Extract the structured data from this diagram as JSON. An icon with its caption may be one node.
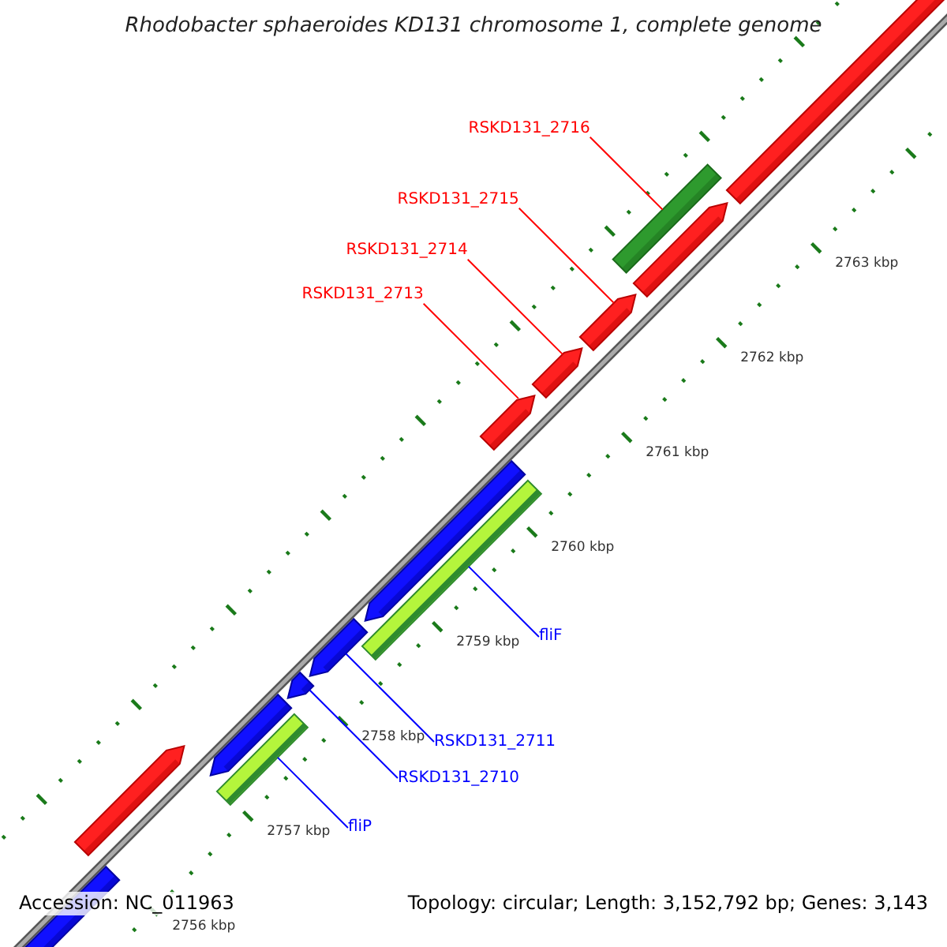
{
  "diagram": {
    "title": "Rhodobacter sphaeroides KD131 chromosome 1, complete genome",
    "nodes": [
      {
        "text": [
          "RSKD131_2716"
        ]
      },
      {
        "text": [
          "RSKD131_2715"
        ]
      },
      {
        "text": [
          "RSKD131_2714"
        ]
      },
      {
        "text": [
          "RSKD131_2713"
        ]
      },
      {
        "text": [
          "fliF"
        ]
      },
      {
        "text": [
          "RSKD131_2711"
        ]
      },
      {
        "text": [
          "RSKD131_2710"
        ]
      },
      {
        "text": [
          "fliP"
        ]
      },
      {
        "text": [],
        "shape": "bar"
      },
      {
        "text": [],
        "shape": "bar"
      },
      {
        "text": [],
        "shape": "bar"
      },
      {
        "text": [],
        "shape": "bar"
      },
      {
        "text": [],
        "shape": "bar"
      },
      {
        "text": [],
        "shape": "bar"
      },
      {
        "text": [],
        "shape": "bar"
      },
      {
        "text": [],
        "shape": "bar"
      }
    ],
    "edges": [
      {
        "from": 0,
        "to": 8,
        "arrow": "none",
        "color": "#ff0000"
      },
      {
        "from": 1,
        "to": 9,
        "arrow": "none",
        "color": "#ff0000"
      },
      {
        "from": 2,
        "to": 10,
        "arrow": "none",
        "color": "#ff0000"
      },
      {
        "from": 3,
        "to": 11,
        "arrow": "none",
        "color": "#ff0000"
      },
      {
        "from": 4,
        "to": 12,
        "arrow": "none",
        "color": "#0000ff"
      },
      {
        "from": 5,
        "to": 13,
        "arrow": "none",
        "color": "#0000ff"
      },
      {
        "from": 6,
        "to": 14,
        "arrow": "none",
        "color": "#0000ff"
      },
      {
        "from": 7,
        "to": 15,
        "arrow": "none",
        "color": "#0000ff"
      }
    ],
    "labels": [
      "2763 kbp",
      "2762 kbp",
      "2761 kbp",
      "2760 kbp",
      "2759 kbp",
      "2758 kbp",
      "2757 kbp",
      "2756 kbp",
      "Accession: NC_011963",
      "Topology: circular; Length: 3,152,792 bp; Genes: 3,143"
    ]
  }
}
